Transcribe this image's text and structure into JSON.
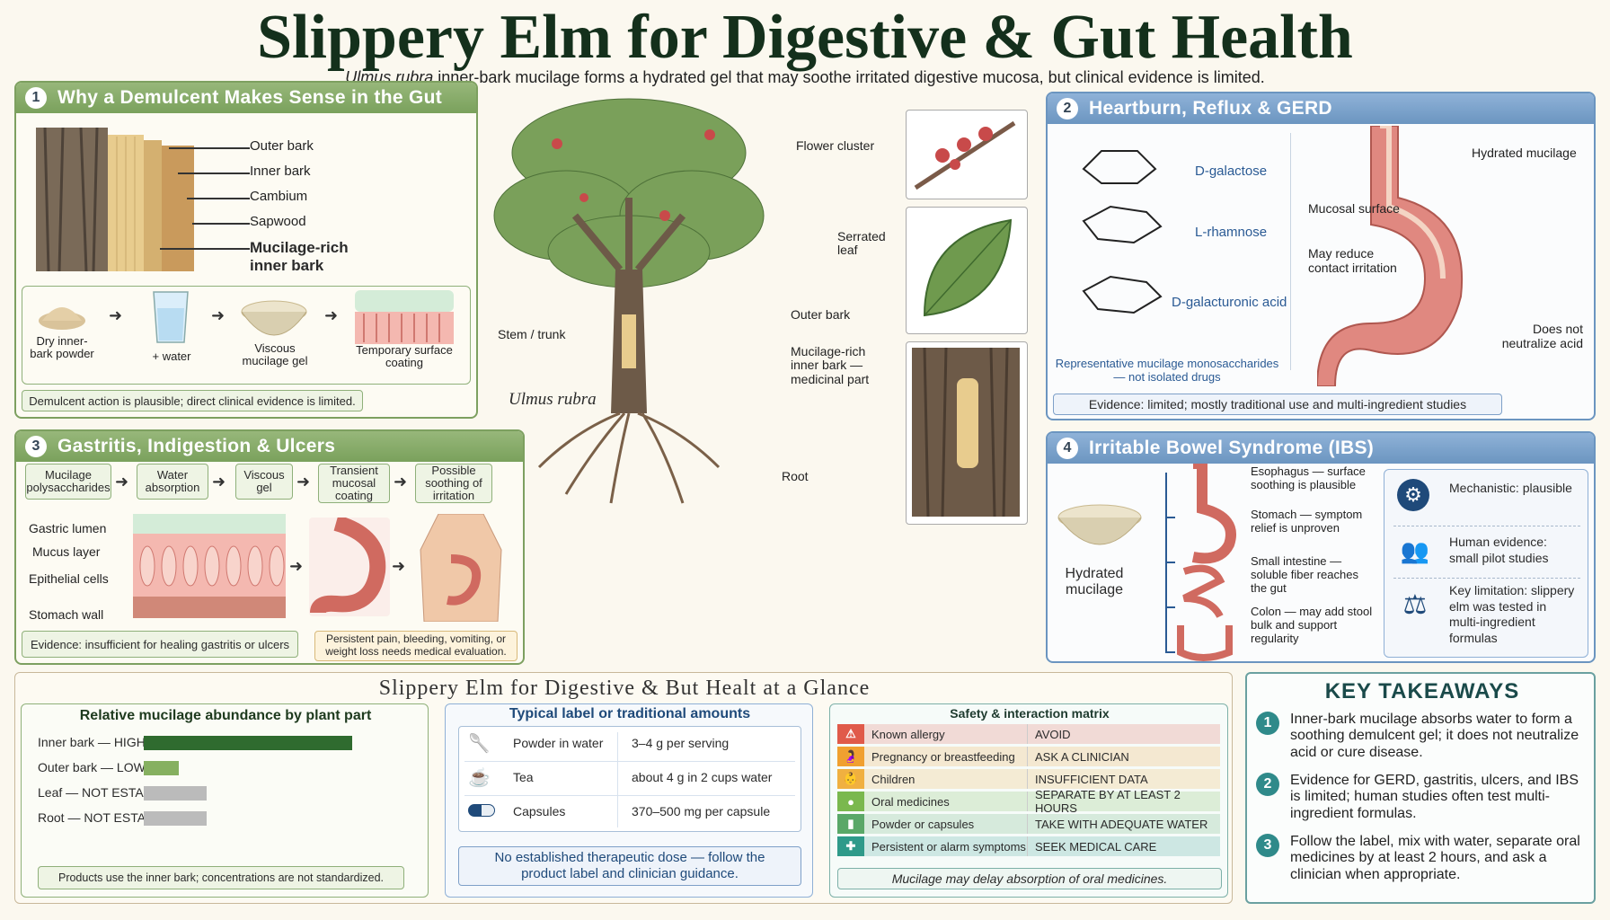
{
  "header": {
    "title": "Slippery Elm for Digestive & Gut Health",
    "subtitle_italic": "Ulmus rubra",
    "subtitle_rest": " inner-bark mucilage forms a hydrated gel that may soothe irritated digestive mucosa, but clinical evidence is limited."
  },
  "panel1": {
    "number": "1",
    "title": "Why a Demulcent Makes Sense in the Gut",
    "layers": [
      "Outer bark",
      "Inner bark",
      "Cambium",
      "Sapwood"
    ],
    "layer_bold": "Mucilage-rich inner bark",
    "steps": [
      "Dry inner-bark powder",
      "+ water",
      "Viscous mucilage gel",
      "Temporary surface coating"
    ],
    "evidence": "Demulcent action is plausible; direct clinical evidence is limited."
  },
  "tree": {
    "species": "Ulmus rubra",
    "labels": {
      "flower": "Flower cluster",
      "leaf": "Serrated leaf",
      "outer_bark": "Outer bark",
      "stem": "Stem / trunk",
      "inner_bark": "Mucilage-rich inner bark — medicinal part",
      "root": "Root"
    }
  },
  "panel2": {
    "number": "2",
    "title": "Heartburn, Reflux & GERD",
    "sugars": [
      "D-galactose",
      "L-rhamnose",
      "D-galacturonic acid"
    ],
    "sugar_note": "Representative mucilage monosaccharides — not isolated drugs",
    "stomach_labels": [
      "Hydrated mucilage",
      "Mucosal surface",
      "May reduce contact irritation",
      "Does not neutralize acid"
    ],
    "evidence": "Evidence: limited; mostly traditional use and multi-ingredient studies"
  },
  "panel3": {
    "number": "3",
    "title": "Gastritis, Indigestion & Ulcers",
    "flow": [
      "Mucilage polysaccharides",
      "Water absorption",
      "Viscous gel",
      "Transient mucosal coating",
      "Possible soothing of irritation"
    ],
    "layers": [
      "Gastric lumen",
      "Mucus layer",
      "Epithelial cells",
      "Stomach wall"
    ],
    "evidence": "Evidence: insufficient for healing gastritis or ulcers",
    "warning": "Persistent pain, bleeding, vomiting, or weight loss needs medical evaluation."
  },
  "panel4": {
    "number": "4",
    "title": "Irritable Bowel Syndrome (IBS)",
    "bowl_label": "Hydrated mucilage",
    "sites": [
      "Esophagus — surface soothing is plausible",
      "Stomach — symptom relief is unproven",
      "Small intestine — soluble fiber reaches the gut",
      "Colon — may add stool bulk and support regularity"
    ],
    "notes": [
      {
        "icon": "gear-head-icon",
        "text": "Mechanistic: plausible"
      },
      {
        "icon": "people-icon",
        "text": "Human evidence: small pilot studies"
      },
      {
        "icon": "scale-icon",
        "text": "Key limitation: slippery elm was tested in multi-ingredient formulas"
      }
    ]
  },
  "glance": {
    "title": "Slippery Elm for Digestive & But Healt at a Glance",
    "abundance_title": "Relative mucilage abundance by plant part",
    "abundance_note": "Products use the inner bark; concentrations are not standardized.",
    "amounts_title": "Typical label or traditional amounts",
    "amounts": [
      {
        "form": "Powder in water",
        "amount": "3–4 g per serving"
      },
      {
        "form": "Tea",
        "amount": "about 4 g in 2 cups water"
      },
      {
        "form": "Capsules",
        "amount": "370–500 mg per capsule"
      }
    ],
    "amounts_note": "No established therapeutic dose — follow the product label and clinician guidance.",
    "matrix_title": "Safety & interaction matrix",
    "matrix": [
      {
        "item": "Known allergy",
        "advice": "AVOID",
        "color": "#e05a4a"
      },
      {
        "item": "Pregnancy or breastfeeding",
        "advice": "ASK A CLINICIAN",
        "color": "#f0a030"
      },
      {
        "item": "Children",
        "advice": "INSUFFICIENT DATA",
        "color": "#f0b040"
      },
      {
        "item": "Oral medicines",
        "advice": "SEPARATE BY AT LEAST 2 HOURS",
        "color": "#7ab84e"
      },
      {
        "item": "Powder or capsules",
        "advice": "TAKE WITH ADEQUATE WATER",
        "color": "#5aa868"
      },
      {
        "item": "Persistent or alarm symptoms",
        "advice": "SEEK MEDICAL CARE",
        "color": "#2f9a8a"
      }
    ],
    "matrix_note": "Mucilage may delay absorption of oral medicines."
  },
  "chart_data": {
    "type": "bar",
    "title": "Relative mucilage abundance by plant part",
    "categories": [
      "Inner bark — HIGH",
      "Outer bark — LOW",
      "Leaf — NOT ESTABLISHED",
      "Root — NOT ESTABLISHED"
    ],
    "values": [
      1.0,
      0.17,
      0.3,
      0.3
    ],
    "colors": [
      "#2f6b2f",
      "#86b060",
      "#bbbbbb",
      "#bbbbbb"
    ]
  },
  "takeaways": {
    "title": "KEY TAKEAWAYS",
    "items": [
      {
        "n": "1",
        "text": "Inner-bark mucilage absorbs water to form a soothing demulcent gel; it does not neutralize acid or cure disease."
      },
      {
        "n": "2",
        "text": "Evidence for GERD, gastritis, ulcers, and IBS is limited; human studies often test multi-ingredient formulas."
      },
      {
        "n": "3",
        "text": "Follow the label, mix with water, separate oral medicines by at least 2 hours, and ask a clinician when appropriate."
      }
    ]
  }
}
